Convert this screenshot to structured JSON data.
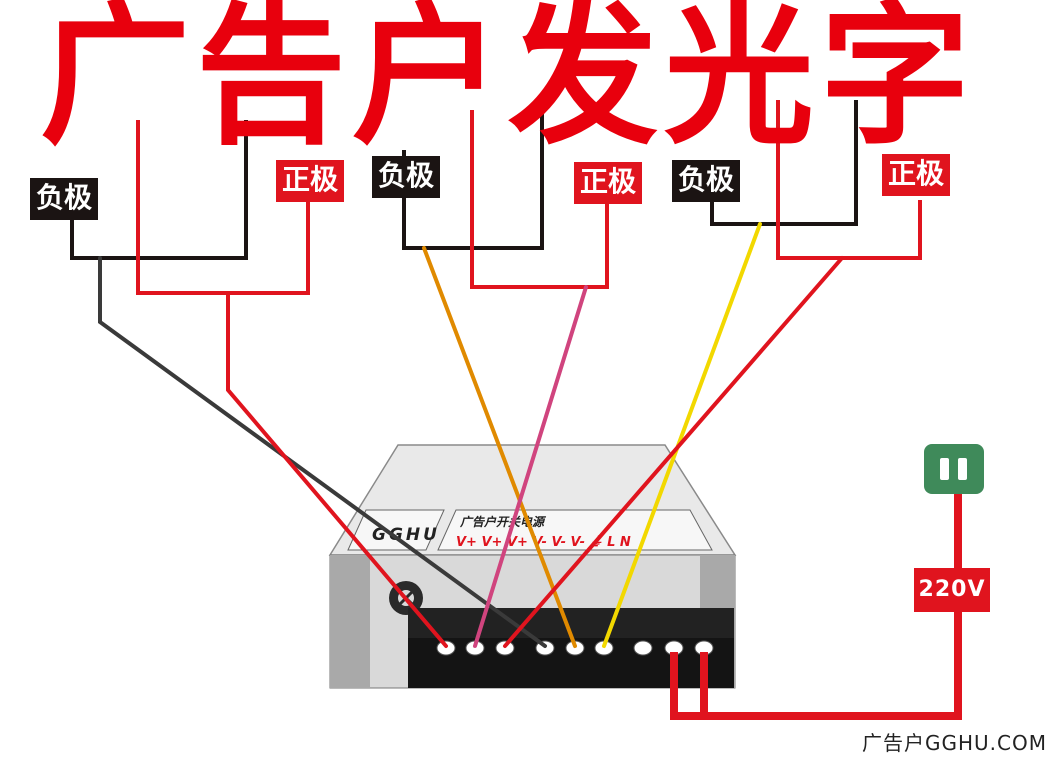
{
  "title": "广告户发光字",
  "labels": {
    "neg1": "负极",
    "pos1": "正极",
    "neg2": "负极",
    "pos2": "正极",
    "neg3": "负极",
    "pos3": "正极"
  },
  "power_supply": {
    "brand": "GGHU",
    "name": "广告户开关电源",
    "terminals": "V+ V+ V+ V- V- V-  ⏚  L  N"
  },
  "mains_label": "220V",
  "watermark": "广告户GGHU.COM",
  "colors": {
    "red": "#e0141e",
    "black": "#1b1413",
    "green_plug": "#3f8a5a"
  }
}
